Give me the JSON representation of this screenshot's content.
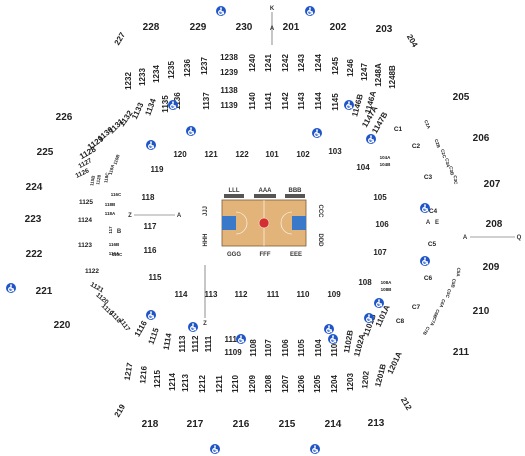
{
  "sections": {
    "upper": [
      "228",
      "229",
      "230",
      "201",
      "202",
      "203",
      "204",
      "205",
      "206",
      "207",
      "208",
      "209",
      "210",
      "211",
      "212",
      "213",
      "214",
      "215",
      "216",
      "217",
      "218",
      "219",
      "220",
      "221",
      "222",
      "223",
      "224",
      "225",
      "226",
      "227"
    ],
    "upper_row_a": [
      "1238",
      "1239",
      "1240",
      "1241",
      "1242",
      "1243",
      "1244",
      "1245",
      "1246",
      "1247",
      "1248A",
      "1248B",
      "1237",
      "1236",
      "1235",
      "1234",
      "1233",
      "1232"
    ],
    "upper_row_b": [
      "1136",
      "1137",
      "1138",
      "1139",
      "1140",
      "1141",
      "1142",
      "1143",
      "1144",
      "1145",
      "1146B",
      "1146A",
      "1147A",
      "1147B",
      "1135",
      "1134",
      "1133",
      "1132",
      "1131",
      "1130",
      "1129",
      "1128"
    ],
    "lower_north": [
      "120",
      "121",
      "122",
      "101",
      "102",
      "103"
    ],
    "lower_east": [
      "104",
      "105",
      "106",
      "107",
      "108"
    ],
    "lower_south": [
      "114",
      "113",
      "112",
      "111",
      "110",
      "109"
    ],
    "lower_west": [
      "119",
      "118",
      "117",
      "116",
      "115"
    ],
    "lower_west_small": [
      "1125",
      "1124",
      "1123",
      "1122",
      "1121",
      "1120",
      "118A",
      "118B",
      "116A",
      "116B",
      "117"
    ],
    "lower_south_a": [
      "1116",
      "1115",
      "1114",
      "1113",
      "1112",
      "1111",
      "1110",
      "1109",
      "1108",
      "1107",
      "1106",
      "1105",
      "1104",
      "1103",
      "1102B",
      "1102A",
      "1101B",
      "1101A"
    ],
    "lower_south_b": [
      "1217",
      "1216",
      "1215",
      "1214",
      "1213",
      "1212",
      "1211",
      "1210",
      "1209",
      "1208",
      "1207",
      "1206",
      "1205",
      "1204",
      "1203",
      "1202",
      "1201B",
      "1201A"
    ],
    "club_east": [
      "C1",
      "C2",
      "C3",
      "C4",
      "C5",
      "C6",
      "C7",
      "C8",
      "C2A",
      "C2B",
      "C2C",
      "C3A",
      "C3B",
      "C3C",
      "C5A",
      "C5B",
      "C5C",
      "C6A",
      "C6B",
      "C7A",
      "C7B"
    ],
    "tiny": [
      "104A",
      "104B",
      "108A",
      "108B",
      "1119",
      "1118",
      "1117",
      "1126",
      "1127",
      "1128",
      "115B",
      "115C",
      "116C",
      "118C",
      "119A",
      "119B",
      "119C"
    ]
  },
  "court_labels": [
    "LLL",
    "AAA",
    "BBB",
    "CCC",
    "DDD",
    "EEE",
    "FFF",
    "GGG",
    "HHH",
    "JJJ"
  ],
  "markers": {
    "k": "K",
    "a": "A",
    "z": "Z",
    "e": "E",
    "q": "Q",
    "b": "B"
  },
  "colors": {
    "accessible": "#1f55c7",
    "court_wood": "#e3b47a",
    "court_paint": "#3a78c9",
    "text": "#222222"
  },
  "icons": [
    "wheelchair-icon"
  ]
}
